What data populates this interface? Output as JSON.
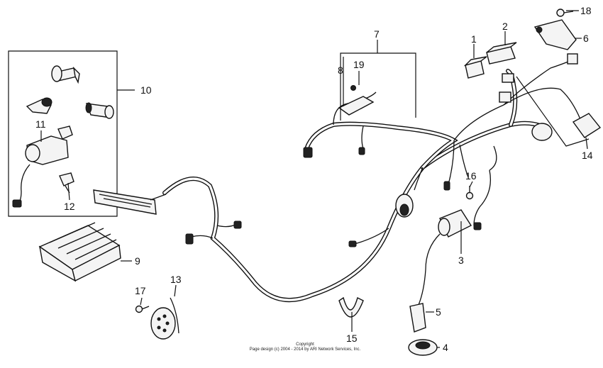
{
  "callouts": {
    "c1": "1",
    "c2": "2",
    "c3": "3",
    "c4": "4",
    "c5": "5",
    "c6": "6",
    "c7": "7",
    "c8": "8",
    "c9": "9",
    "c10": "10",
    "c11": "11",
    "c12": "12",
    "c13": "13",
    "c14": "14",
    "c15": "15",
    "c16": "16",
    "c17": "17",
    "c18": "18",
    "c19": "19"
  },
  "footer": {
    "line1": "Copyright",
    "line2": "Page design (c) 2004 - 2014 by ARI Network Services, Inc."
  }
}
